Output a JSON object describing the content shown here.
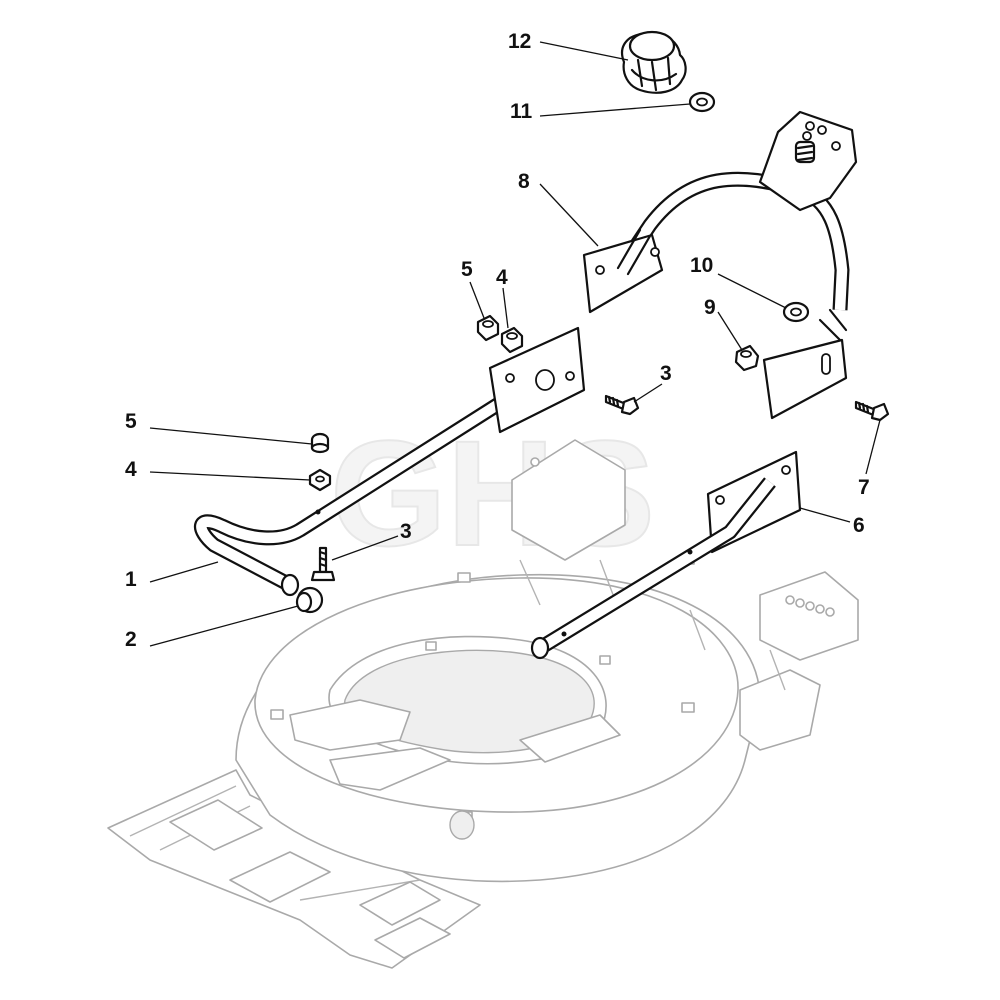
{
  "watermark": "GHS",
  "callouts": [
    {
      "id": "c12",
      "label": "12"
    },
    {
      "id": "c11",
      "label": "11"
    },
    {
      "id": "c8",
      "label": "8"
    },
    {
      "id": "c10",
      "label": "10"
    },
    {
      "id": "c9",
      "label": "9"
    },
    {
      "id": "c5a",
      "label": "5"
    },
    {
      "id": "c4a",
      "label": "4"
    },
    {
      "id": "c3a",
      "label": "3"
    },
    {
      "id": "c5b",
      "label": "5"
    },
    {
      "id": "c4b",
      "label": "4"
    },
    {
      "id": "c7",
      "label": "7"
    },
    {
      "id": "c3b",
      "label": "3"
    },
    {
      "id": "c6",
      "label": "6"
    },
    {
      "id": "c1",
      "label": "1"
    },
    {
      "id": "c2",
      "label": "2"
    }
  ]
}
